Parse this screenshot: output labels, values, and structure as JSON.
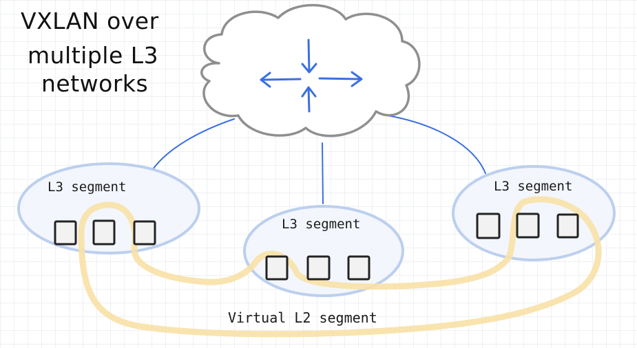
{
  "title": {
    "line1": "VXLAN over",
    "line2": "multiple L3",
    "line3": "networks"
  },
  "segments": [
    {
      "label": "L3 segment"
    },
    {
      "label": "L3 segment"
    },
    {
      "label": "L3 segment"
    }
  ],
  "virtual_l2": {
    "label": "Virtual L2 segment"
  },
  "colors": {
    "cloud_stroke": "#8f8f8f",
    "link_blue": "#3b6fe0",
    "segment_blue": "#b9cdee",
    "segment_fill": "#f3f6fc",
    "virtual_yellow": "#f9e2a8",
    "host_stroke": "#222222"
  }
}
